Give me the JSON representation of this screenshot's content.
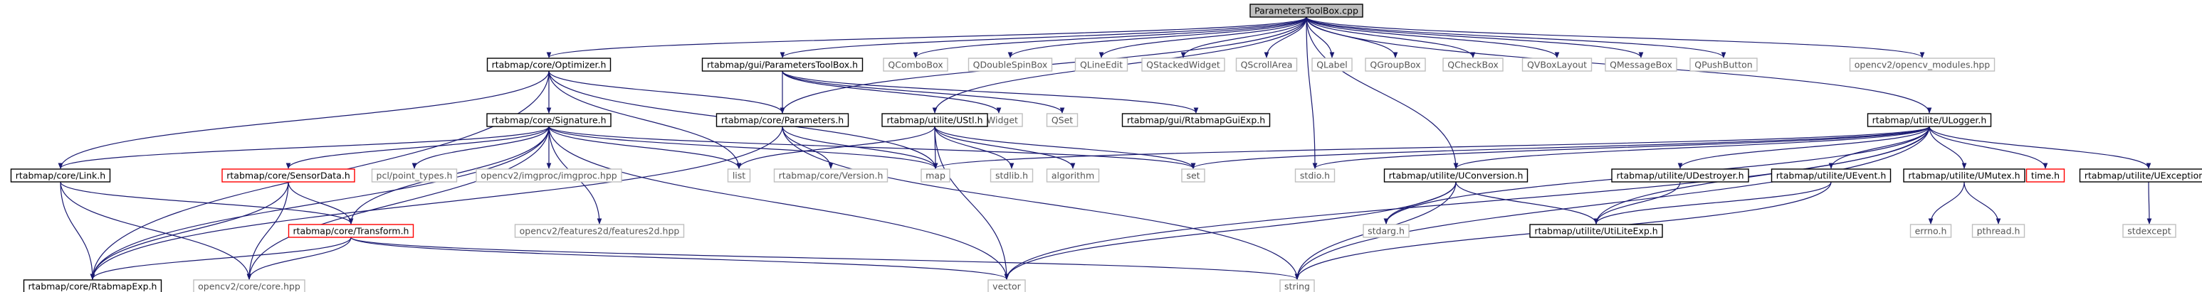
{
  "colors": {
    "root_fill": "#bfbfbf",
    "node_stroke_internal": "#000000",
    "node_stroke_external": "#bfbfbf",
    "node_stroke_missing": "#ff0000",
    "text_internal": "#000000",
    "text_external": "#555555",
    "edge": "#191970",
    "background": "#ffffff"
  },
  "nodes": [
    {
      "id": "root",
      "label": "ParametersToolBox.cpp",
      "kind": "root"
    },
    {
      "id": "optimizer",
      "label": "rtabmap/core/Optimizer.h",
      "kind": "internal"
    },
    {
      "id": "ptoolbox",
      "label": "rtabmap/gui/ParametersToolBox.h",
      "kind": "internal"
    },
    {
      "id": "qcombobox",
      "label": "QComboBox",
      "kind": "external"
    },
    {
      "id": "qdoublespinbox",
      "label": "QDoubleSpinBox",
      "kind": "external"
    },
    {
      "id": "qlineedit",
      "label": "QLineEdit",
      "kind": "external"
    },
    {
      "id": "qstackedwidget",
      "label": "QStackedWidget",
      "kind": "external"
    },
    {
      "id": "qscrollarea",
      "label": "QScrollArea",
      "kind": "external"
    },
    {
      "id": "qlabel",
      "label": "QLabel",
      "kind": "external"
    },
    {
      "id": "qgroupbox",
      "label": "QGroupBox",
      "kind": "external"
    },
    {
      "id": "qcheckbox",
      "label": "QCheckBox",
      "kind": "external"
    },
    {
      "id": "qvboxlayout",
      "label": "QVBoxLayout",
      "kind": "external"
    },
    {
      "id": "qmessagebox",
      "label": "QMessageBox",
      "kind": "external"
    },
    {
      "id": "qpushbutton",
      "label": "QPushButton",
      "kind": "external"
    },
    {
      "id": "opencvmodules",
      "label": "opencv2/opencv_modules.hpp",
      "kind": "external"
    },
    {
      "id": "signature",
      "label": "rtabmap/core/Signature.h",
      "kind": "internal"
    },
    {
      "id": "parameters",
      "label": "rtabmap/core/Parameters.h",
      "kind": "internal"
    },
    {
      "id": "qwidget",
      "label": "QWidget",
      "kind": "external"
    },
    {
      "id": "qset",
      "label": "QSet",
      "kind": "external"
    },
    {
      "id": "guiexp",
      "label": "rtabmap/gui/RtabmapGuiExp.h",
      "kind": "internal"
    },
    {
      "id": "ustl",
      "label": "rtabmap/utilite/UStl.h",
      "kind": "internal"
    },
    {
      "id": "ulogger",
      "label": "rtabmap/utilite/ULogger.h",
      "kind": "internal"
    },
    {
      "id": "link",
      "label": "rtabmap/core/Link.h",
      "kind": "internal"
    },
    {
      "id": "sensordata",
      "label": "rtabmap/core/SensorData.h",
      "kind": "missing"
    },
    {
      "id": "pcltypes",
      "label": "pcl/point_types.h",
      "kind": "external"
    },
    {
      "id": "imgproc",
      "label": "opencv2/imgproc/imgproc.hpp",
      "kind": "external"
    },
    {
      "id": "list",
      "label": "list",
      "kind": "external"
    },
    {
      "id": "version",
      "label": "rtabmap/core/Version.h",
      "kind": "external"
    },
    {
      "id": "map",
      "label": "map",
      "kind": "external"
    },
    {
      "id": "stdlib",
      "label": "stdlib.h",
      "kind": "external"
    },
    {
      "id": "algorithm",
      "label": "algorithm",
      "kind": "external"
    },
    {
      "id": "set",
      "label": "set",
      "kind": "external"
    },
    {
      "id": "stdio",
      "label": "stdio.h",
      "kind": "external"
    },
    {
      "id": "uconversion",
      "label": "rtabmap/utilite/UConversion.h",
      "kind": "internal"
    },
    {
      "id": "udestroyer",
      "label": "rtabmap/utilite/UDestroyer.h",
      "kind": "internal"
    },
    {
      "id": "uevent",
      "label": "rtabmap/utilite/UEvent.h",
      "kind": "internal"
    },
    {
      "id": "umutex",
      "label": "rtabmap/utilite/UMutex.h",
      "kind": "internal"
    },
    {
      "id": "timeh",
      "label": "time.h",
      "kind": "missing"
    },
    {
      "id": "uexception",
      "label": "rtabmap/utilite/UException.h",
      "kind": "internal"
    },
    {
      "id": "transform",
      "label": "rtabmap/core/Transform.h",
      "kind": "missing"
    },
    {
      "id": "features2d",
      "label": "opencv2/features2d/features2d.hpp",
      "kind": "external"
    },
    {
      "id": "stdargh",
      "label": "stdarg.h",
      "kind": "external"
    },
    {
      "id": "utilexp",
      "label": "rtabmap/utilite/UtiLiteExp.h",
      "kind": "internal"
    },
    {
      "id": "errno",
      "label": "errno.h",
      "kind": "external"
    },
    {
      "id": "pthread",
      "label": "pthread.h",
      "kind": "external"
    },
    {
      "id": "stdexcept",
      "label": "stdexcept",
      "kind": "external"
    },
    {
      "id": "rtabmapexp",
      "label": "rtabmap/core/RtabmapExp.h",
      "kind": "internal"
    },
    {
      "id": "corehpp",
      "label": "opencv2/core/core.hpp",
      "kind": "external"
    },
    {
      "id": "vector",
      "label": "vector",
      "kind": "external"
    },
    {
      "id": "string",
      "label": "string",
      "kind": "external"
    }
  ],
  "edges": [
    [
      "root",
      "optimizer"
    ],
    [
      "root",
      "ptoolbox"
    ],
    [
      "root",
      "qcombobox"
    ],
    [
      "root",
      "qdoublespinbox"
    ],
    [
      "root",
      "qlineedit"
    ],
    [
      "root",
      "qstackedwidget"
    ],
    [
      "root",
      "qscrollarea"
    ],
    [
      "root",
      "qlabel"
    ],
    [
      "root",
      "qgroupbox"
    ],
    [
      "root",
      "qcheckbox"
    ],
    [
      "root",
      "qvboxlayout"
    ],
    [
      "root",
      "qmessagebox"
    ],
    [
      "root",
      "qpushbutton"
    ],
    [
      "root",
      "opencvmodules"
    ],
    [
      "root",
      "ulogger"
    ],
    [
      "root",
      "ustl"
    ],
    [
      "root",
      "parameters"
    ],
    [
      "root",
      "uconversion"
    ],
    [
      "root",
      "stdio"
    ],
    [
      "optimizer",
      "signature"
    ],
    [
      "optimizer",
      "link"
    ],
    [
      "optimizer",
      "map"
    ],
    [
      "optimizer",
      "list"
    ],
    [
      "optimizer",
      "rtabmapexp"
    ],
    [
      "optimizer",
      "parameters"
    ],
    [
      "ptoolbox",
      "parameters"
    ],
    [
      "ptoolbox",
      "qwidget"
    ],
    [
      "ptoolbox",
      "qset"
    ],
    [
      "ptoolbox",
      "guiexp"
    ],
    [
      "signature",
      "link"
    ],
    [
      "signature",
      "sensordata"
    ],
    [
      "signature",
      "pcltypes"
    ],
    [
      "signature",
      "imgproc"
    ],
    [
      "signature",
      "list"
    ],
    [
      "signature",
      "map"
    ],
    [
      "signature",
      "set"
    ],
    [
      "signature",
      "features2d"
    ],
    [
      "signature",
      "transform"
    ],
    [
      "signature",
      "vector"
    ],
    [
      "signature",
      "rtabmapexp"
    ],
    [
      "signature",
      "corehpp"
    ],
    [
      "parameters",
      "version"
    ],
    [
      "parameters",
      "map"
    ],
    [
      "parameters",
      "string"
    ],
    [
      "parameters",
      "rtabmapexp"
    ],
    [
      "ustl",
      "list"
    ],
    [
      "ustl",
      "map"
    ],
    [
      "ustl",
      "set"
    ],
    [
      "ustl",
      "vector"
    ],
    [
      "ustl",
      "stdlib"
    ],
    [
      "ustl",
      "algorithm"
    ],
    [
      "ulogger",
      "uconversion"
    ],
    [
      "ulogger",
      "udestroyer"
    ],
    [
      "ulogger",
      "uevent"
    ],
    [
      "ulogger",
      "umutex"
    ],
    [
      "ulogger",
      "timeh"
    ],
    [
      "ulogger",
      "uexception"
    ],
    [
      "ulogger",
      "stdio"
    ],
    [
      "ulogger",
      "stdargh"
    ],
    [
      "ulogger",
      "set"
    ],
    [
      "ulogger",
      "map"
    ],
    [
      "ulogger",
      "string"
    ],
    [
      "ulogger",
      "vector"
    ],
    [
      "ulogger",
      "utilexp"
    ],
    [
      "link",
      "transform"
    ],
    [
      "link",
      "rtabmapexp"
    ],
    [
      "link",
      "corehpp"
    ],
    [
      "sensordata",
      "transform"
    ],
    [
      "sensordata",
      "corehpp"
    ],
    [
      "sensordata",
      "rtabmapexp"
    ],
    [
      "transform",
      "corehpp"
    ],
    [
      "transform",
      "vector"
    ],
    [
      "transform",
      "string"
    ],
    [
      "transform",
      "rtabmapexp"
    ],
    [
      "uconversion",
      "stdargh"
    ],
    [
      "uconversion",
      "string"
    ],
    [
      "uconversion",
      "vector"
    ],
    [
      "uconversion",
      "utilexp"
    ],
    [
      "udestroyer",
      "utilexp"
    ],
    [
      "uevent",
      "utilexp"
    ],
    [
      "uevent",
      "string"
    ],
    [
      "umutex",
      "errno"
    ],
    [
      "umutex",
      "pthread"
    ],
    [
      "uexception",
      "stdexcept"
    ]
  ]
}
